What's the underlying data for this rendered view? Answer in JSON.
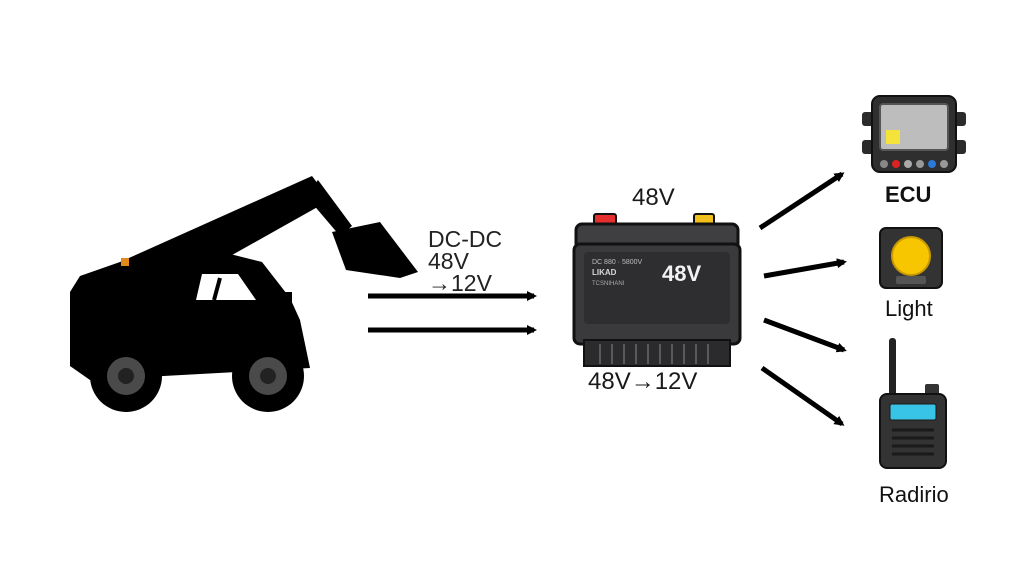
{
  "converter": {
    "line1": "DC-DC",
    "line2": "48V",
    "line3": "→12V"
  },
  "battery": {
    "top_label": "48V",
    "face_value": "48V",
    "bottom_label": "48V→12V",
    "sticker_lines": [
      "DC 880 · 5800V",
      "LIKAD",
      "TCSNIHANI"
    ],
    "terminal_positive_color": "#e53030",
    "terminal_negative_color": "#f2c01c",
    "body_color": "#3a3a3c"
  },
  "devices": [
    {
      "label": "ECU",
      "icon": "ecu-module-icon"
    },
    {
      "label": "Light",
      "icon": "amber-light-icon"
    },
    {
      "label": "Radirio",
      "icon": "handheld-radio-icon"
    }
  ],
  "colors": {
    "arrow": "#000000",
    "lamp": "#f7c600",
    "ecu_screen": "#f3e33a",
    "radio_screen": "#38c4e6"
  }
}
